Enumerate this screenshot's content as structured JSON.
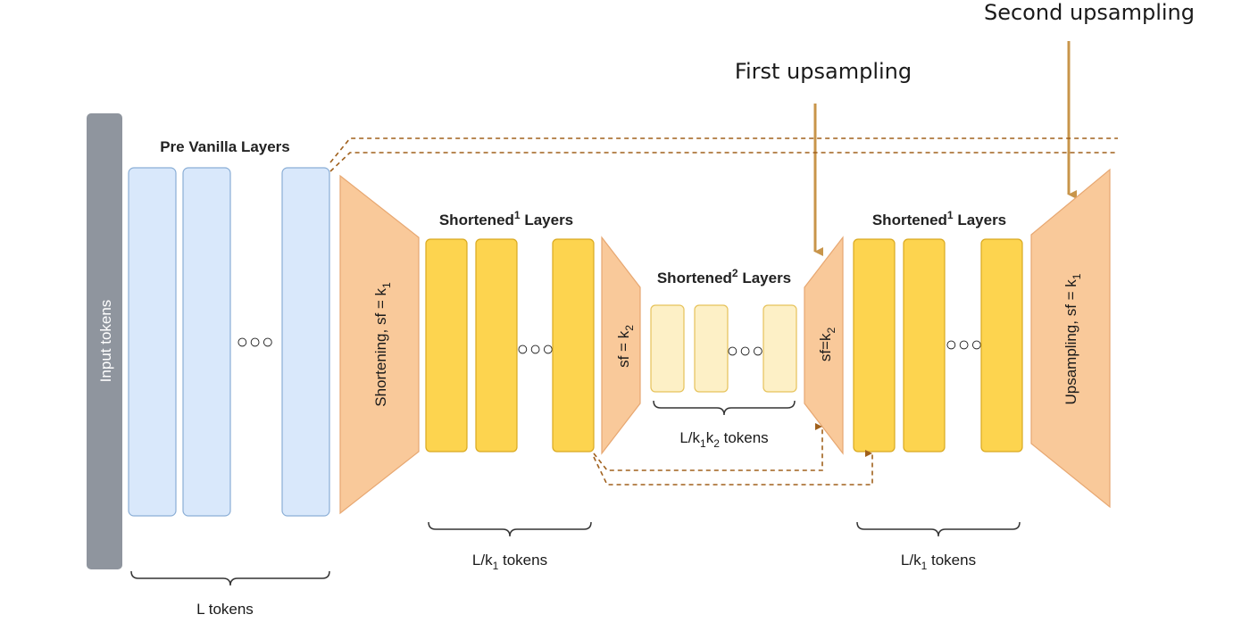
{
  "annotations": {
    "second_upsampling": "Second upsampling",
    "first_upsampling": "First upsampling"
  },
  "input_bar": {
    "label": "Input tokens"
  },
  "pre_vanilla": {
    "header": "Pre Vanilla Layers",
    "ellipsis": "○○○",
    "brace_label": "L tokens"
  },
  "shortening": {
    "label_main": "Shortening, sf = k",
    "label_sub": "1"
  },
  "shortened1_left": {
    "header_main": "Shortened",
    "header_sup": "1",
    "header_tail": " Layers",
    "ellipsis": "○○○",
    "brace_main": "L/k",
    "brace_sub": "1",
    "brace_tail": " tokens"
  },
  "down2": {
    "label_main": "sf = k",
    "label_sub": "2"
  },
  "shortened2": {
    "header_main": "Shortened",
    "header_sup": "2",
    "header_tail": " Layers",
    "ellipsis": "○○○",
    "brace_main": "L/k",
    "brace_sub1": "1",
    "brace_mid": "k",
    "brace_sub2": "2",
    "brace_tail": " tokens"
  },
  "up2": {
    "label_main": "sf=k",
    "label_sub": "2"
  },
  "shortened1_right": {
    "header_main": "Shortened",
    "header_sup": "1",
    "header_tail": " Layers",
    "ellipsis": "○○○",
    "brace_main": "L/k",
    "brace_sub": "1",
    "brace_tail": " tokens"
  },
  "upsampling": {
    "label_main": "Upsampling, sf = k",
    "label_sub": "1"
  },
  "colors": {
    "input_bar": "#8f959e",
    "vanilla_fill": "#d9e8fb",
    "vanilla_stroke": "#8aaed6",
    "trapezoid_fill": "#f9c99a",
    "trapezoid_stroke": "#e7a771",
    "short1_fill": "#fdd44f",
    "short1_stroke": "#d9a920",
    "short2_fill": "#fdf0c6",
    "short2_stroke": "#e6c25a",
    "skip_line": "#a0601c",
    "annotation_arrow": "#c8954a"
  }
}
